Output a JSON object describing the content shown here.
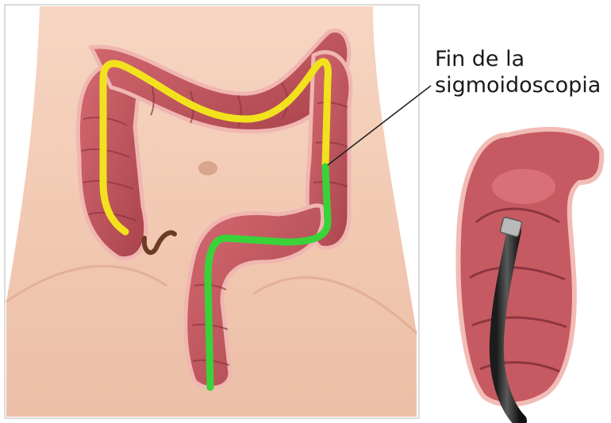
{
  "callout": {
    "line1": "Fin de la",
    "line2": "sigmoidoscopia"
  },
  "colors": {
    "scope_path_not_reached": "#f2e21e",
    "scope_path_reached": "#3ad23a",
    "colon_tissue": "#b9525a",
    "skin": "#f3c9b2"
  },
  "icons": [
    "abdomen-illustration",
    "colon-illustration",
    "appendix-illustration",
    "endoscope-illustration",
    "colon-cross-section"
  ]
}
